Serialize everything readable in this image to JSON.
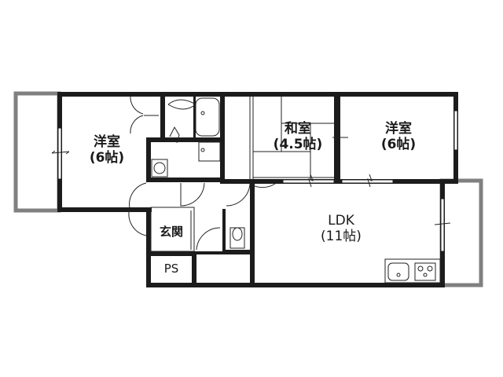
{
  "floor_plan": {
    "colors": {
      "wall": "#1c1c1c",
      "balcony": "#808080",
      "background": "#ffffff",
      "fixture_line": "#222222"
    },
    "rooms": [
      {
        "id": "western-room-left",
        "name": "洋室",
        "size": "(6帖)"
      },
      {
        "id": "japanese-room",
        "name": "和室",
        "size": "(4.5帖)"
      },
      {
        "id": "western-room-right",
        "name": "洋室",
        "size": "(6帖)"
      },
      {
        "id": "ldk",
        "name": "LDK",
        "size": "(11帖)"
      },
      {
        "id": "entrance",
        "name": "玄関",
        "size": ""
      },
      {
        "id": "pipe-space",
        "name": "PS",
        "size": ""
      }
    ],
    "fixtures": [
      "unit-bath",
      "washbasin",
      "washing-machine-space",
      "toilet",
      "kitchen-sink",
      "gas-stove"
    ]
  }
}
